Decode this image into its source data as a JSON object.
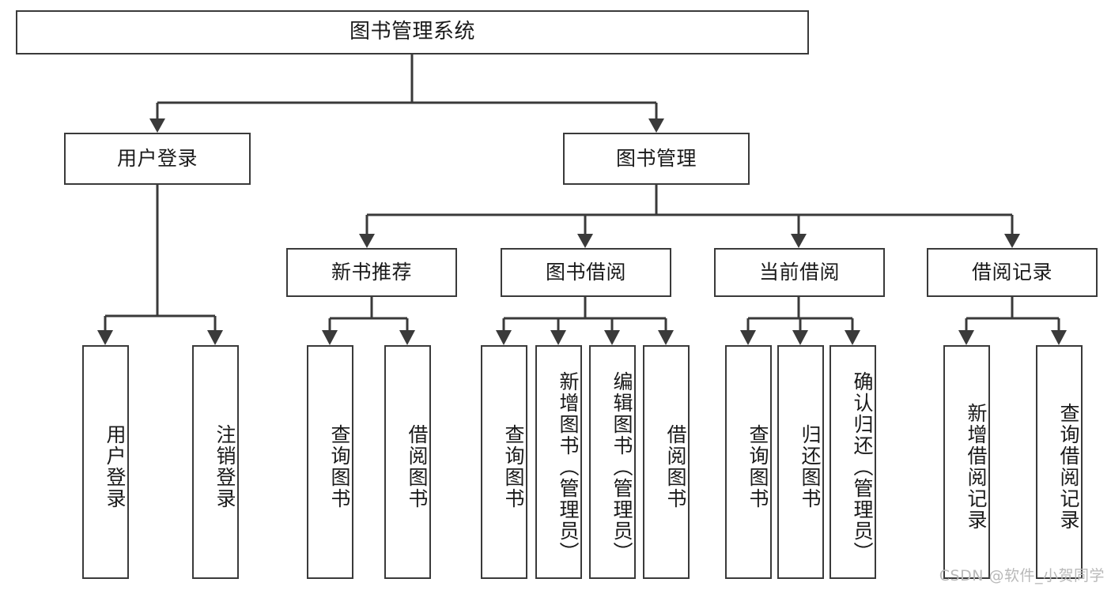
{
  "diagram": {
    "title": "图书管理系统",
    "root": {
      "label": "图书管理系统"
    },
    "level2": [
      {
        "label": "用户登录"
      },
      {
        "label": "图书管理"
      }
    ],
    "level3": [
      {
        "label": "新书推荐"
      },
      {
        "label": "图书借阅"
      },
      {
        "label": "当前借阅"
      },
      {
        "label": "借阅记录"
      }
    ],
    "leaves": {
      "user_login": [
        {
          "label": "用户登录"
        },
        {
          "label": "注销登录"
        }
      ],
      "new_book_recommend": [
        {
          "label": "查询图书"
        },
        {
          "label": "借阅图书"
        }
      ],
      "book_borrow": [
        {
          "label": "查询图书"
        },
        {
          "label": "新增图书（管理员）"
        },
        {
          "label": "编辑图书（管理员）"
        },
        {
          "label": "借阅图书"
        }
      ],
      "current_borrow": [
        {
          "label": "查询图书"
        },
        {
          "label": "归还图书"
        },
        {
          "label": "确认归还（管理员）"
        }
      ],
      "borrow_record": [
        {
          "label": "新增借阅记录"
        },
        {
          "label": "查询借阅记录"
        }
      ]
    }
  },
  "watermark": {
    "text": "CSDN @软件_小贺同学"
  },
  "colors": {
    "stroke": "#3a3a3a",
    "text": "#1a1a1a",
    "background": "#ffffff",
    "watermark": "#b9b9b9"
  }
}
